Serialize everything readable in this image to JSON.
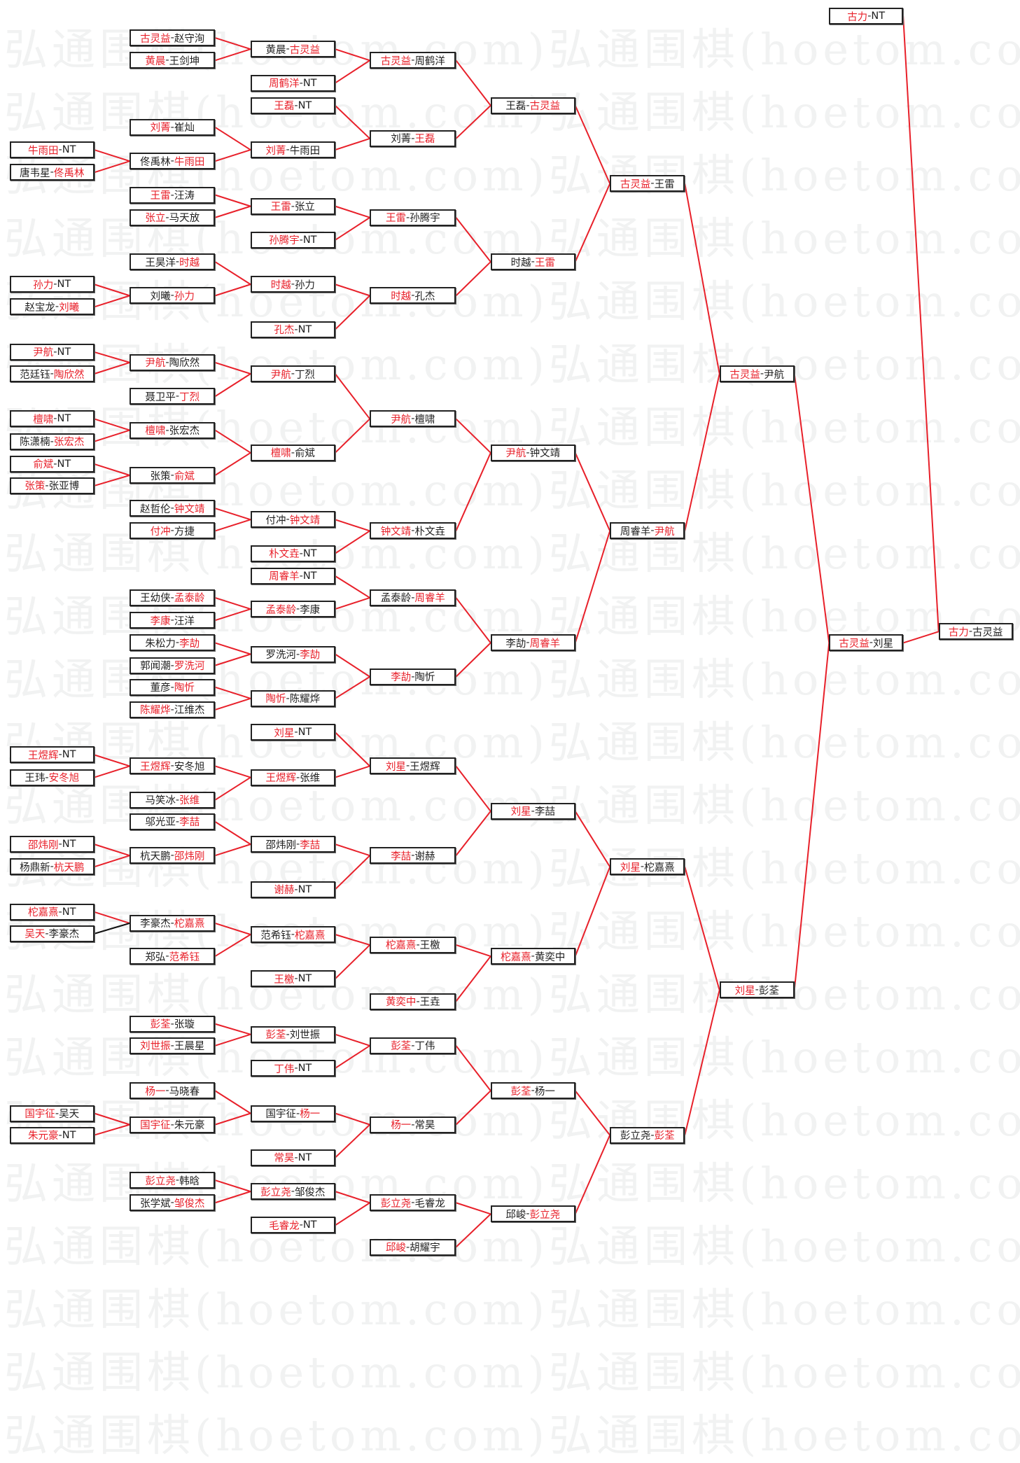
{
  "watermark": "弘通围棋(hoetom.com)弘通围棋(hoetom.com)",
  "separator": "-",
  "line_colors": {
    "win": "#e8202a",
    "other": "#111111"
  },
  "rounds": [
    [
      {
        "a": "牛雨田",
        "b": "NT",
        "w": "a"
      },
      {
        "a": "唐韦星",
        "b": "佟禹林",
        "w": "b"
      },
      {
        "a": "孙力",
        "b": "NT",
        "w": "a"
      },
      {
        "a": "赵宝龙",
        "b": "刘曦",
        "w": "b"
      },
      {
        "a": "尹航",
        "b": "NT",
        "w": "a"
      },
      {
        "a": "范廷钰",
        "b": "陶欣然",
        "w": "b"
      },
      {
        "a": "檀啸",
        "b": "NT",
        "w": "a"
      },
      {
        "a": "陈潇楠",
        "b": "张宏杰",
        "w": "b"
      },
      {
        "a": "俞斌",
        "b": "NT",
        "w": "a"
      },
      {
        "a": "张策",
        "b": "张亚博",
        "w": "a"
      },
      {
        "a": "王煜辉",
        "b": "NT",
        "w": "a"
      },
      {
        "a": "王玮",
        "b": "安冬旭",
        "w": "b"
      },
      {
        "a": "邵炜刚",
        "b": "NT",
        "w": "a"
      },
      {
        "a": "杨鼎新",
        "b": "杭天鹏",
        "w": "b"
      },
      {
        "a": "柁嘉熹",
        "b": "NT",
        "w": "a"
      },
      {
        "a": "吴天",
        "b": "李豪杰",
        "w": "a"
      },
      {
        "a": "国宇征",
        "b": "吴天",
        "w": "a"
      },
      {
        "a": "朱元豪",
        "b": "NT",
        "w": "a"
      }
    ],
    [
      {
        "a": "古灵益",
        "b": "赵守洵",
        "w": "a"
      },
      {
        "a": "黄晨",
        "b": "王剑坤",
        "w": "a"
      },
      {
        "a": "刘菁",
        "b": "崔灿",
        "w": "a"
      },
      {
        "a": "佟禹林",
        "b": "牛雨田",
        "w": "b"
      },
      {
        "a": "王雷",
        "b": "汪涛",
        "w": "a"
      },
      {
        "a": "张立",
        "b": "马天放",
        "w": "a"
      },
      {
        "a": "王昊洋",
        "b": "时越",
        "w": "b"
      },
      {
        "a": "刘曦",
        "b": "孙力",
        "w": "b"
      },
      {
        "a": "尹航",
        "b": "陶欣然",
        "w": "a"
      },
      {
        "a": "聂卫平",
        "b": "丁烈",
        "w": "b"
      },
      {
        "a": "檀啸",
        "b": "张宏杰",
        "w": "a"
      },
      {
        "a": "张策",
        "b": "俞斌",
        "w": "b"
      },
      {
        "a": "赵哲伦",
        "b": "钟文靖",
        "w": "b"
      },
      {
        "a": "付冲",
        "b": "方捷",
        "w": "a"
      },
      {
        "a": "王幼侠",
        "b": "孟泰龄",
        "w": "b"
      },
      {
        "a": "李康",
        "b": "汪洋",
        "w": "a"
      },
      {
        "a": "朱松力",
        "b": "李劼",
        "w": "b"
      },
      {
        "a": "郭闻潮",
        "b": "罗洗河",
        "w": "b"
      },
      {
        "a": "董彦",
        "b": "陶忻",
        "w": "b"
      },
      {
        "a": "陈耀烨",
        "b": "江维杰",
        "w": "a"
      },
      {
        "a": "王煜辉",
        "b": "安冬旭",
        "w": "a"
      },
      {
        "a": "马笑冰",
        "b": "张维",
        "w": "b"
      },
      {
        "a": "邬光亚",
        "b": "李喆",
        "w": "b"
      },
      {
        "a": "杭天鹏",
        "b": "邵炜刚",
        "w": "b"
      },
      {
        "a": "李豪杰",
        "b": "柁嘉熹",
        "w": "b"
      },
      {
        "a": "郑弘",
        "b": "范希钰",
        "w": "b"
      },
      {
        "a": "彭荃",
        "b": "张璇",
        "w": "a"
      },
      {
        "a": "刘世振",
        "b": "王晨星",
        "w": "a"
      },
      {
        "a": "杨一",
        "b": "马晓春",
        "w": "a"
      },
      {
        "a": "国宇征",
        "b": "朱元豪",
        "w": "a"
      },
      {
        "a": "彭立尧",
        "b": "韩晗",
        "w": "a"
      },
      {
        "a": "张学斌",
        "b": "邹俊杰",
        "w": "b"
      }
    ],
    [
      {
        "a": "黄晨",
        "b": "古灵益",
        "w": "b"
      },
      {
        "a": "周鹤洋",
        "b": "NT",
        "w": "a"
      },
      {
        "a": "王磊",
        "b": "NT",
        "w": "a"
      },
      {
        "a": "刘菁",
        "b": "牛雨田",
        "w": "a"
      },
      {
        "a": "王雷",
        "b": "张立",
        "w": "a"
      },
      {
        "a": "孙腾宇",
        "b": "NT",
        "w": "a"
      },
      {
        "a": "时越",
        "b": "孙力",
        "w": "a"
      },
      {
        "a": "孔杰",
        "b": "NT",
        "w": "a"
      },
      {
        "a": "尹航",
        "b": "丁烈",
        "w": "a"
      },
      {
        "a": "檀啸",
        "b": "俞斌",
        "w": "a"
      },
      {
        "a": "付冲",
        "b": "钟文靖",
        "w": "b"
      },
      {
        "a": "朴文垚",
        "b": "NT",
        "w": "a"
      },
      {
        "a": "周睿羊",
        "b": "NT",
        "w": "a"
      },
      {
        "a": "孟泰龄",
        "b": "李康",
        "w": "a"
      },
      {
        "a": "罗洗河",
        "b": "李劼",
        "w": "b"
      },
      {
        "a": "陶忻",
        "b": "陈耀烨",
        "w": "a"
      },
      {
        "a": "刘星",
        "b": "NT",
        "w": "a"
      },
      {
        "a": "王煜辉",
        "b": "张维",
        "w": "a"
      },
      {
        "a": "邵炜刚",
        "b": "李喆",
        "w": "b"
      },
      {
        "a": "谢赫",
        "b": "NT",
        "w": "a"
      },
      {
        "a": "范希钰",
        "b": "柁嘉熹",
        "w": "b"
      },
      {
        "a": "王檄",
        "b": "NT",
        "w": "a"
      },
      {
        "a": "彭荃",
        "b": "刘世振",
        "w": "a"
      },
      {
        "a": "丁伟",
        "b": "NT",
        "w": "a"
      },
      {
        "a": "国宇征",
        "b": "杨一",
        "w": "b"
      },
      {
        "a": "常昊",
        "b": "NT",
        "w": "a"
      },
      {
        "a": "彭立尧",
        "b": "邹俊杰",
        "w": "a"
      },
      {
        "a": "毛睿龙",
        "b": "NT",
        "w": "a"
      }
    ],
    [
      {
        "a": "古灵益",
        "b": "周鹤洋",
        "w": "a"
      },
      {
        "a": "刘菁",
        "b": "王磊",
        "w": "b"
      },
      {
        "a": "王雷",
        "b": "孙腾宇",
        "w": "a"
      },
      {
        "a": "时越",
        "b": "孔杰",
        "w": "a"
      },
      {
        "a": "尹航",
        "b": "檀啸",
        "w": "a"
      },
      {
        "a": "钟文靖",
        "b": "朴文垚",
        "w": "a"
      },
      {
        "a": "孟泰龄",
        "b": "周睿羊",
        "w": "b"
      },
      {
        "a": "李劼",
        "b": "陶忻",
        "w": "a"
      },
      {
        "a": "刘星",
        "b": "王煜辉",
        "w": "a"
      },
      {
        "a": "李喆",
        "b": "谢赫",
        "w": "a"
      },
      {
        "a": "柁嘉熹",
        "b": "王檄",
        "w": "a"
      },
      {
        "a": "黄奕中",
        "b": "王垚",
        "w": "a"
      },
      {
        "a": "彭荃",
        "b": "丁伟",
        "w": "a"
      },
      {
        "a": "杨一",
        "b": "常昊",
        "w": "a"
      },
      {
        "a": "彭立尧",
        "b": "毛睿龙",
        "w": "a"
      },
      {
        "a": "邱峻",
        "b": "胡耀宇",
        "w": "a"
      }
    ],
    [
      {
        "a": "王磊",
        "b": "古灵益",
        "w": "b"
      },
      {
        "a": "时越",
        "b": "王雷",
        "w": "b"
      },
      {
        "a": "尹航",
        "b": "钟文靖",
        "w": "a"
      },
      {
        "a": "李劼",
        "b": "周睿羊",
        "w": "b"
      },
      {
        "a": "刘星",
        "b": "李喆",
        "w": "a"
      },
      {
        "a": "柁嘉熹",
        "b": "黄奕中",
        "w": "a"
      },
      {
        "a": "彭荃",
        "b": "杨一",
        "w": "a"
      },
      {
        "a": "邱峻",
        "b": "彭立尧",
        "w": "b"
      }
    ],
    [
      {
        "a": "古灵益",
        "b": "王雷",
        "w": "a"
      },
      {
        "a": "周睿羊",
        "b": "尹航",
        "w": "b"
      },
      {
        "a": "刘星",
        "b": "柁嘉熹",
        "w": "a"
      },
      {
        "a": "彭立尧",
        "b": "彭荃",
        "w": "b"
      }
    ],
    [
      {
        "a": "古灵益",
        "b": "尹航",
        "w": "a"
      },
      {
        "a": "刘星",
        "b": "彭荃",
        "w": "a"
      }
    ],
    [
      {
        "a": "古力",
        "b": "NT",
        "w": "a"
      },
      {
        "a": "古灵益",
        "b": "刘星",
        "w": "a"
      }
    ],
    [
      {
        "a": "古力",
        "b": "古灵益",
        "w": "a"
      }
    ]
  ]
}
